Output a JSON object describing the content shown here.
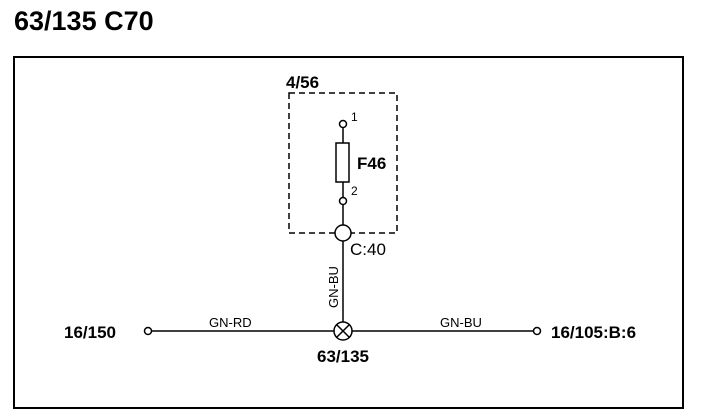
{
  "title": "63/135 C70",
  "module_ref": "4/56",
  "fuse": {
    "label": "F46",
    "pin_top": "1",
    "pin_bottom": "2"
  },
  "connector": "C:40",
  "wires": {
    "vertical": "GN-BU",
    "left": "GN-RD",
    "right": "GN-BU"
  },
  "splice": "63/135",
  "terminals": {
    "left": "16/150",
    "right": "16/105:B:6"
  }
}
